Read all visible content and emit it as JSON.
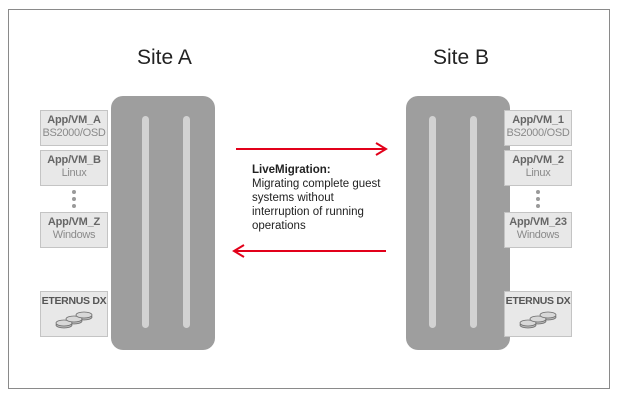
{
  "site_a": {
    "title": "Site A",
    "vms": [
      {
        "name": "App/VM_A",
        "os": "BS2000/OSD"
      },
      {
        "name": "App/VM_B",
        "os": "Linux"
      },
      {
        "name": "App/VM_Z",
        "os": "Windows"
      }
    ],
    "storage": "ETERNUS DX"
  },
  "site_b": {
    "title": "Site B",
    "vms": [
      {
        "name": "App/VM_1",
        "os": "BS2000/OSD"
      },
      {
        "name": "App/VM_2",
        "os": "Linux"
      },
      {
        "name": "App/VM_23",
        "os": "Windows"
      }
    ],
    "storage": "ETERNUS DX"
  },
  "migration": {
    "heading": "LiveMigration:",
    "body": "Migrating complete guest systems without interruption of running operations"
  },
  "colors": {
    "arrow": "#e2001a",
    "server": "#9e9e9e",
    "box": "#e8e8e8"
  }
}
